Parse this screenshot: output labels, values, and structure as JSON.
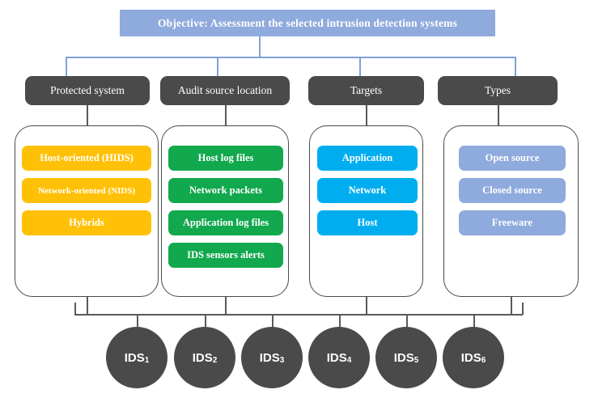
{
  "objective": {
    "label": "Objective: Assessment the selected intrusion detection systems",
    "color": "#8FAADC"
  },
  "connectors": {
    "top_line_color": "#7FA2D6",
    "bottom_line_color": "#595959"
  },
  "columns": [
    {
      "header": "Protected system",
      "accent": "#FFC107",
      "items": [
        {
          "label": "Host-oriented  (HIDS)",
          "size": "normal"
        },
        {
          "label": "Network-oriented (NIDS)",
          "size": "small"
        },
        {
          "label": "Hybrids",
          "size": "normal"
        }
      ]
    },
    {
      "header": "Audit source location",
      "accent": "#12A84E",
      "items": [
        {
          "label": "Host log files",
          "size": "normal"
        },
        {
          "label": "Network packets",
          "size": "normal"
        },
        {
          "label": "Application log files",
          "size": "normal"
        },
        {
          "label": "IDS sensors alerts",
          "size": "normal"
        }
      ]
    },
    {
      "header": "Targets",
      "accent": "#00AEEF",
      "items": [
        {
          "label": "Application",
          "size": "normal"
        },
        {
          "label": "Network",
          "size": "normal"
        },
        {
          "label": "Host",
          "size": "normal"
        }
      ]
    },
    {
      "header": "Types",
      "accent": "#8FAADC",
      "items": [
        {
          "label": "Open source",
          "size": "normal"
        },
        {
          "label": "Closed source",
          "size": "normal"
        },
        {
          "label": "Freeware",
          "size": "normal"
        }
      ]
    }
  ],
  "systems": [
    {
      "name": "IDS",
      "index": "1"
    },
    {
      "name": "IDS",
      "index": "2"
    },
    {
      "name": "IDS",
      "index": "3"
    },
    {
      "name": "IDS",
      "index": "4"
    },
    {
      "name": "IDS",
      "index": "5"
    },
    {
      "name": "IDS",
      "index": "6"
    }
  ],
  "header_pill_color": "#4A4A4A",
  "circle_color": "#4A4A4A"
}
